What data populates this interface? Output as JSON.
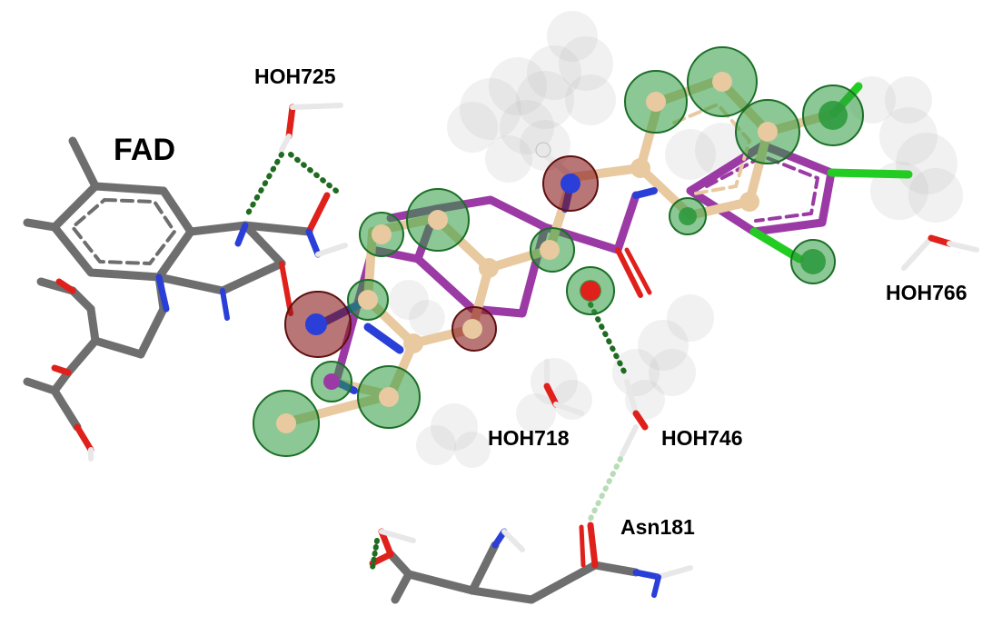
{
  "labels": {
    "fad": "FAD",
    "hoh725": "HOH725",
    "hoh766": "HOH766",
    "hoh718": "HOH718",
    "hoh746": "HOH746",
    "asn181": "Asn181"
  },
  "colors": {
    "carbon_gray": "#6e6e6e",
    "oxygen": "#e0201b",
    "nitrogen": "#2a3fd8",
    "hydrogen": "#e8e8e8",
    "ligand_magenta": "#9b3aa5",
    "ligand_tan": "#e8c9a0",
    "chlorine": "#22cc22",
    "hydrophobic_sphere": "#2e9a3e",
    "hbond_sphere": "#8a1a1a",
    "hbond_dots_dark": "#1f6b1f",
    "hbond_dots_light": "#b8dcb8",
    "exclusion_gray": "#bfbfbf"
  },
  "icons": {
    "hydrophobic": "hydrophobic-pharmacophore-sphere",
    "hbond": "hbond-pharmacophore-sphere",
    "exclusion": "exclusion-volume-cloud"
  }
}
